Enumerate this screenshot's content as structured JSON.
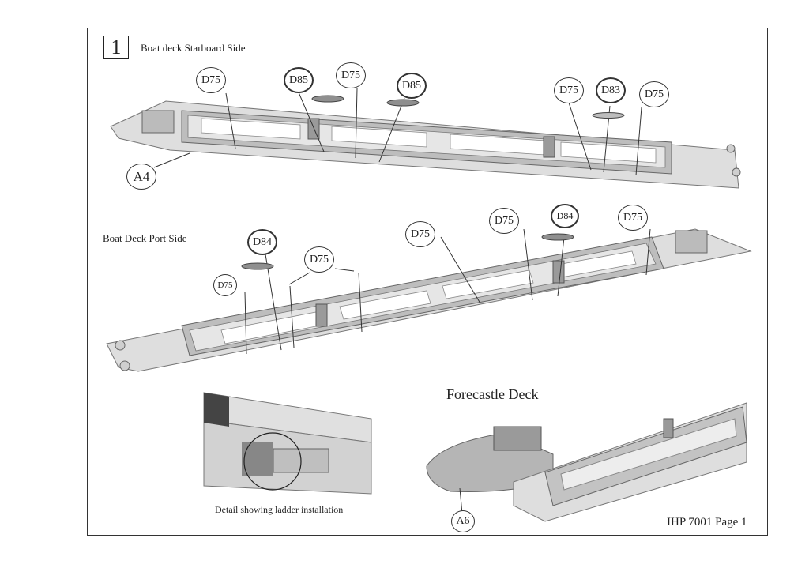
{
  "step": {
    "number": "1"
  },
  "sections": {
    "starboard_title": "Boat deck Starboard Side",
    "port_title": "Boat Deck Port Side",
    "forecastle_title": "Forecastle Deck",
    "detail_caption": "Detail showing ladder installation"
  },
  "callouts": {
    "starboard": [
      "D75",
      "D85",
      "D75",
      "D85",
      "D75",
      "D83",
      "D75"
    ],
    "starboard_hull": "A4",
    "port": [
      "D84",
      "D75",
      "D75",
      "D75",
      "D75",
      "D84",
      "D75"
    ],
    "forecastle_part": "A6"
  },
  "footer": {
    "page_label": "IHP 7001 Page 1"
  },
  "colors": {
    "part_fill": "#d9d9d9",
    "part_shade": "#a8a8a8",
    "outline": "#555555"
  }
}
